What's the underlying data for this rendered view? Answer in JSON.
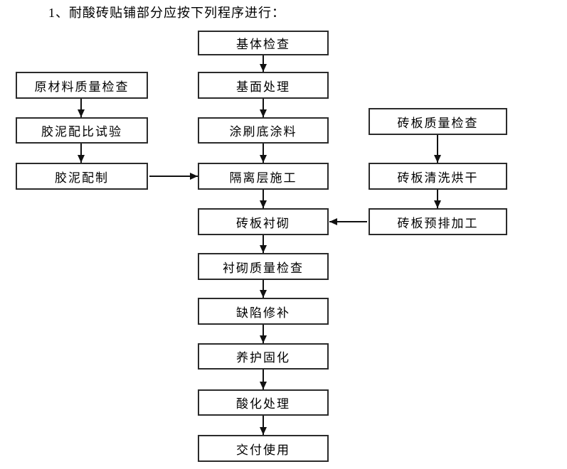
{
  "title": "1、耐酸砖贴铺部分应按下列程序进行：",
  "diagram": {
    "center": [
      "基体检查",
      "基面处理",
      "涂刷底涂料",
      "隔离层施工",
      "砖板衬砌",
      "衬砌质量检查",
      "缺陷修补",
      "养护固化",
      "酸化处理",
      "交付使用"
    ],
    "left": [
      "原材料质量检查",
      "胶泥配比试验",
      "胶泥配制"
    ],
    "right": [
      "砖板质量检查",
      "砖板清洗烘干",
      "砖板预排加工"
    ],
    "edges": [
      {
        "from": "基体检查",
        "to": "基面处理"
      },
      {
        "from": "基面处理",
        "to": "涂刷底涂料"
      },
      {
        "from": "涂刷底涂料",
        "to": "隔离层施工"
      },
      {
        "from": "隔离层施工",
        "to": "砖板衬砌"
      },
      {
        "from": "砖板衬砌",
        "to": "衬砌质量检查"
      },
      {
        "from": "衬砌质量检查",
        "to": "缺陷修补"
      },
      {
        "from": "缺陷修补",
        "to": "养护固化"
      },
      {
        "from": "养护固化",
        "to": "酸化处理"
      },
      {
        "from": "酸化处理",
        "to": "交付使用"
      },
      {
        "from": "原材料质量检查",
        "to": "胶泥配比试验"
      },
      {
        "from": "胶泥配比试验",
        "to": "胶泥配制"
      },
      {
        "from": "胶泥配制",
        "to": "隔离层施工"
      },
      {
        "from": "砖板质量检查",
        "to": "砖板清洗烘干"
      },
      {
        "from": "砖板清洗烘干",
        "to": "砖板预排加工"
      },
      {
        "from": "砖板预排加工",
        "to": "砖板衬砌"
      }
    ]
  },
  "colors": {
    "background": "#ffffff",
    "box_border": "#2b2b2b",
    "text": "#000000",
    "arrow": "#111111"
  }
}
